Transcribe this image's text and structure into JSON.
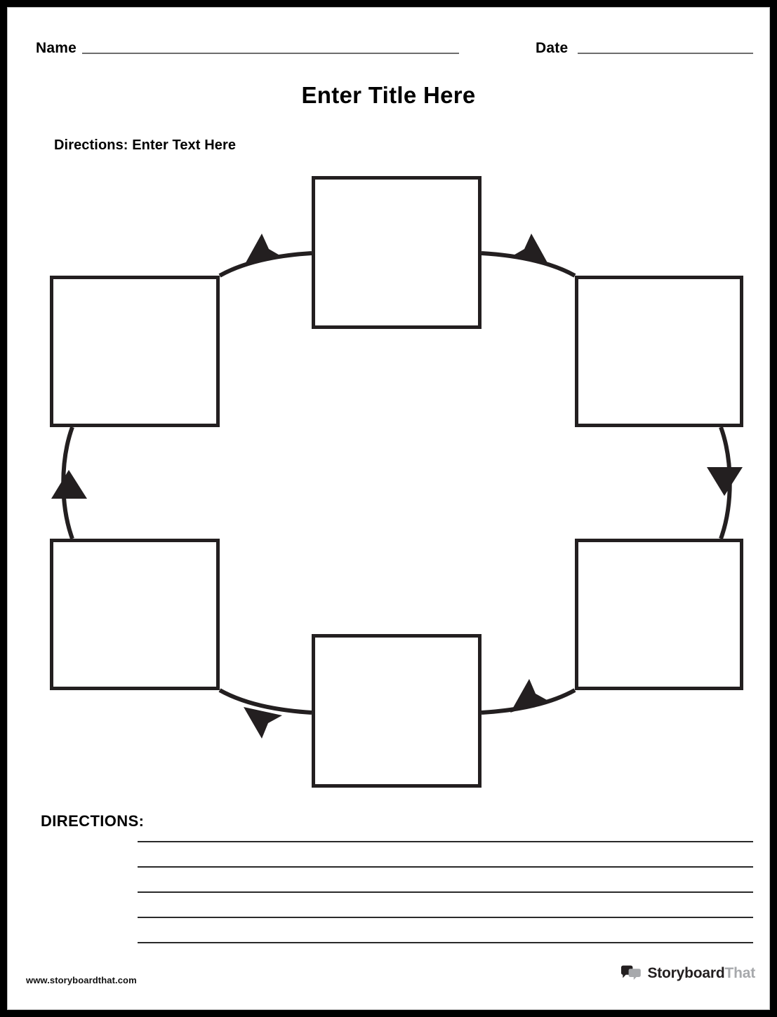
{
  "header": {
    "name_label": "Name",
    "date_label": "Date"
  },
  "title": "Enter Title Here",
  "directions_prompt": "Directions: Enter Text Here",
  "diagram": {
    "type": "cycle-diagram",
    "direction": "counter-clockwise",
    "box_count": 6,
    "boxes": [
      {
        "id": "top",
        "text": ""
      },
      {
        "id": "upper-left",
        "text": ""
      },
      {
        "id": "upper-right",
        "text": ""
      },
      {
        "id": "lower-left",
        "text": ""
      },
      {
        "id": "lower-right",
        "text": ""
      },
      {
        "id": "bottom",
        "text": ""
      }
    ],
    "arrows": [
      {
        "id": "top-to-upper-left",
        "points": "left"
      },
      {
        "id": "upper-right-to-top",
        "points": "left"
      },
      {
        "id": "upper-right-to-lower-right",
        "points": "down"
      },
      {
        "id": "lower-left-to-upper-left",
        "points": "up"
      },
      {
        "id": "bottom-to-lower-left",
        "points": "left"
      },
      {
        "id": "lower-right-to-bottom",
        "points": "left"
      }
    ]
  },
  "directions_section": {
    "heading": "DIRECTIONS:",
    "line_count": 5,
    "lines": [
      "",
      "",
      "",
      "",
      ""
    ]
  },
  "footer": {
    "url": "www.storyboardthat.com",
    "logo_text_primary": "Storyboard",
    "logo_text_secondary": "That",
    "logo_icon": "speech-bubbles-icon"
  },
  "colors": {
    "page_border": "#000000",
    "box_outline": "#231f20",
    "rule_gray": "#6d6d6d",
    "logo_dark": "#231f20",
    "logo_gray": "#a7a9ac"
  }
}
